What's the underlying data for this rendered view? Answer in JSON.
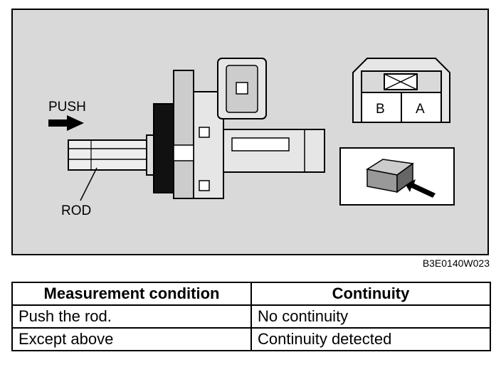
{
  "figure": {
    "push_label": "PUSH",
    "rod_label": "ROD",
    "pin_b": "B",
    "pin_a": "A",
    "code": "B3E0140W023",
    "fill": "#d9d9d9"
  },
  "table": {
    "headers": [
      "Measurement condition",
      "Continuity"
    ],
    "rows": [
      [
        "Push the rod.",
        "No continuity"
      ],
      [
        "Except above",
        "Continuity detected"
      ]
    ]
  }
}
